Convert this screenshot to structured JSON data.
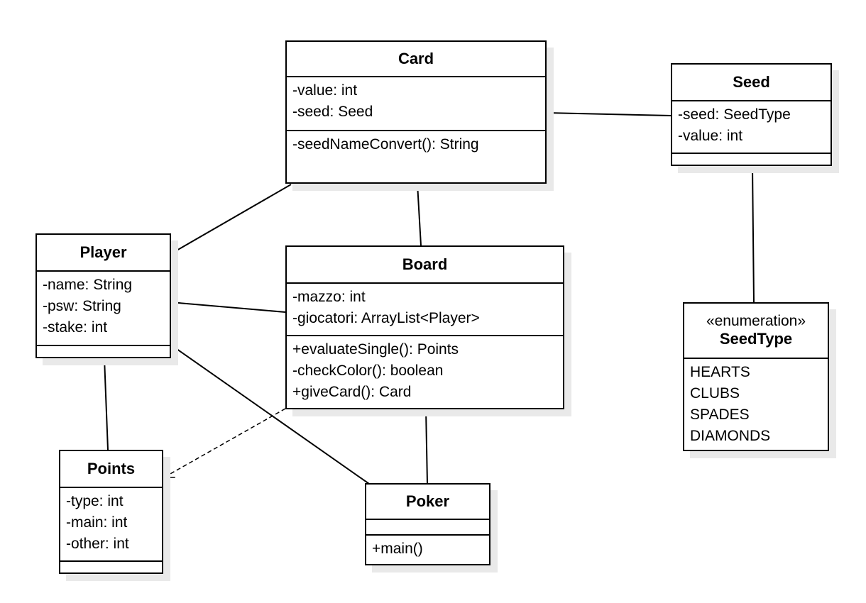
{
  "classes": {
    "card": {
      "name": "Card",
      "attributes": [
        "-value: int",
        "-seed: Seed"
      ],
      "operations": [
        "-seedNameConvert(): String"
      ]
    },
    "seed": {
      "name": "Seed",
      "attributes": [
        "-seed: SeedType",
        "-value: int"
      ],
      "operations": []
    },
    "player": {
      "name": "Player",
      "attributes": [
        "-name: String",
        "-psw: String",
        "-stake: int"
      ],
      "operations": []
    },
    "board": {
      "name": "Board",
      "attributes": [
        "-mazzo: int",
        "-giocatori: ArrayList<Player>"
      ],
      "operations": [
        "+evaluateSingle(): Points",
        "-checkColor(): boolean",
        "+giveCard(): Card"
      ]
    },
    "seedtype": {
      "stereotype": "«enumeration»",
      "name": "SeedType",
      "literals": [
        "HEARTS",
        "CLUBS",
        "SPADES",
        "DIAMONDS"
      ]
    },
    "points": {
      "name": "Points",
      "attributes": [
        "-type: int",
        "-main: int",
        "-other: int"
      ],
      "operations": []
    },
    "poker": {
      "name": "Poker",
      "attributes": [],
      "operations": [
        "+main()"
      ]
    }
  },
  "relations": [
    {
      "from": "card",
      "to": "seed",
      "kind": "association"
    },
    {
      "from": "seed",
      "to": "seedtype",
      "kind": "association"
    },
    {
      "from": "card",
      "to": "player",
      "kind": "association"
    },
    {
      "from": "card",
      "to": "board",
      "kind": "association"
    },
    {
      "from": "player",
      "to": "board",
      "kind": "association"
    },
    {
      "from": "player",
      "to": "points",
      "kind": "association"
    },
    {
      "from": "player",
      "to": "poker",
      "kind": "association"
    },
    {
      "from": "board",
      "to": "poker",
      "kind": "association"
    },
    {
      "from": "board",
      "to": "points",
      "kind": "dependency"
    }
  ]
}
